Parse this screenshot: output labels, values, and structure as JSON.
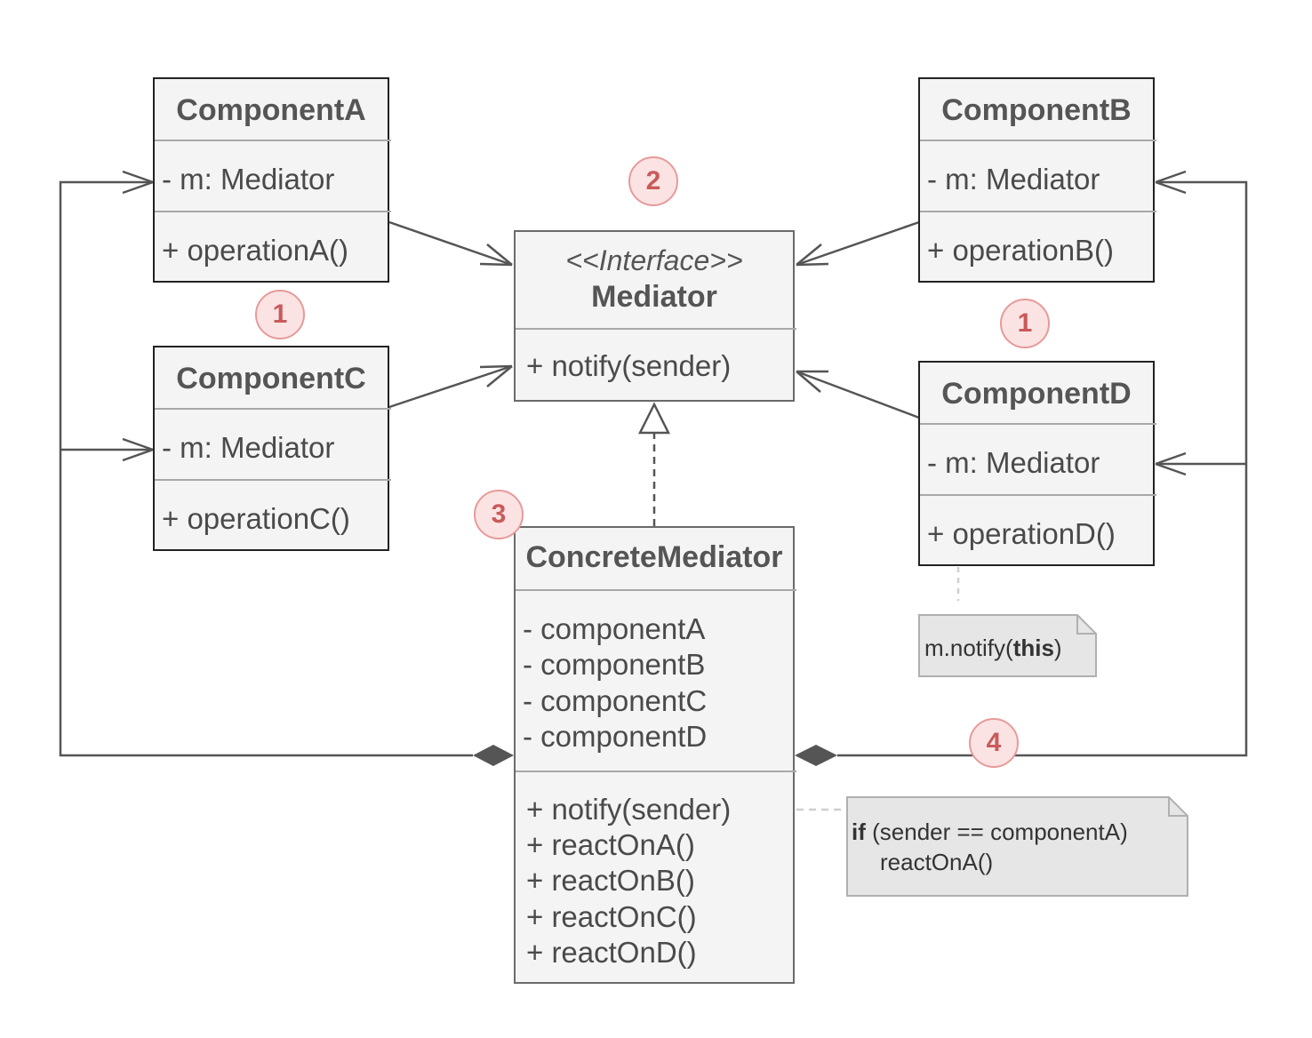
{
  "component_a": {
    "title": "ComponentA",
    "attr": "- m: Mediator",
    "op": "+ operationA()"
  },
  "component_b": {
    "title": "ComponentB",
    "attr": "- m: Mediator",
    "op": "+ operationB()"
  },
  "component_c": {
    "title": "ComponentC",
    "attr": "- m: Mediator",
    "op": "+ operationC()"
  },
  "component_d": {
    "title": "ComponentD",
    "attr": "- m: Mediator",
    "op": "+ operationD()"
  },
  "mediator": {
    "stereotype": "<<Interface>>",
    "title": "Mediator",
    "op": "+ notify(sender)"
  },
  "concrete_mediator": {
    "title": "ConcreteMediator",
    "attrs": [
      "- componentA",
      "- componentB",
      "- componentC",
      "- componentD"
    ],
    "ops": [
      "+ notify(sender)",
      "+ reactOnA()",
      "+ reactOnB()",
      "+ reactOnC()",
      "+ reactOnD()"
    ]
  },
  "notes": {
    "notify": {
      "prefix": "m.notify(",
      "keyword": "this",
      "suffix": ")"
    },
    "if_block": {
      "keyword": "if",
      "condition": " (sender == componentA)",
      "body": "reactOnA()"
    }
  },
  "markers": [
    "1",
    "2",
    "1",
    "3",
    "4"
  ],
  "colors": {
    "box_fill": "#f4f4f4",
    "line": "#555555",
    "marker_fill": "#fbe3e3",
    "marker_text": "#c95a5a",
    "note_fill": "#e6e6e6"
  }
}
